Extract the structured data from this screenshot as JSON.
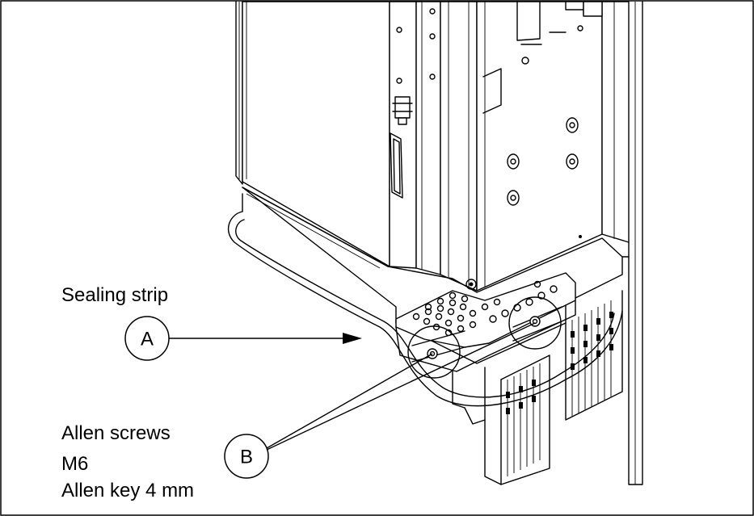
{
  "labels": {
    "sealing_strip": "Sealing strip",
    "allen_screws": "Allen screws",
    "m6": "M6",
    "allen_key": "Allen key 4 mm"
  },
  "callouts": {
    "a": "A",
    "b": "B"
  }
}
